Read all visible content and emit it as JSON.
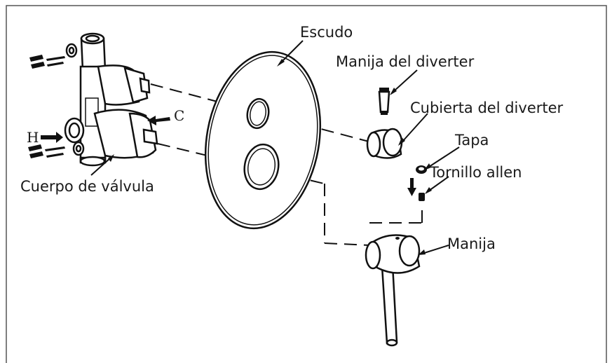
{
  "labels": {
    "escudo": "Escudo",
    "manija_diverter": "Manija del diverter",
    "cubierta_diverter": "Cubierta del diverter",
    "tapa": "Tapa",
    "tornillo_allen": "Tornillo allen",
    "manija": "Manija",
    "cuerpo_valvula": "Cuerpo de válvula",
    "hot": "H",
    "cold": "C"
  }
}
